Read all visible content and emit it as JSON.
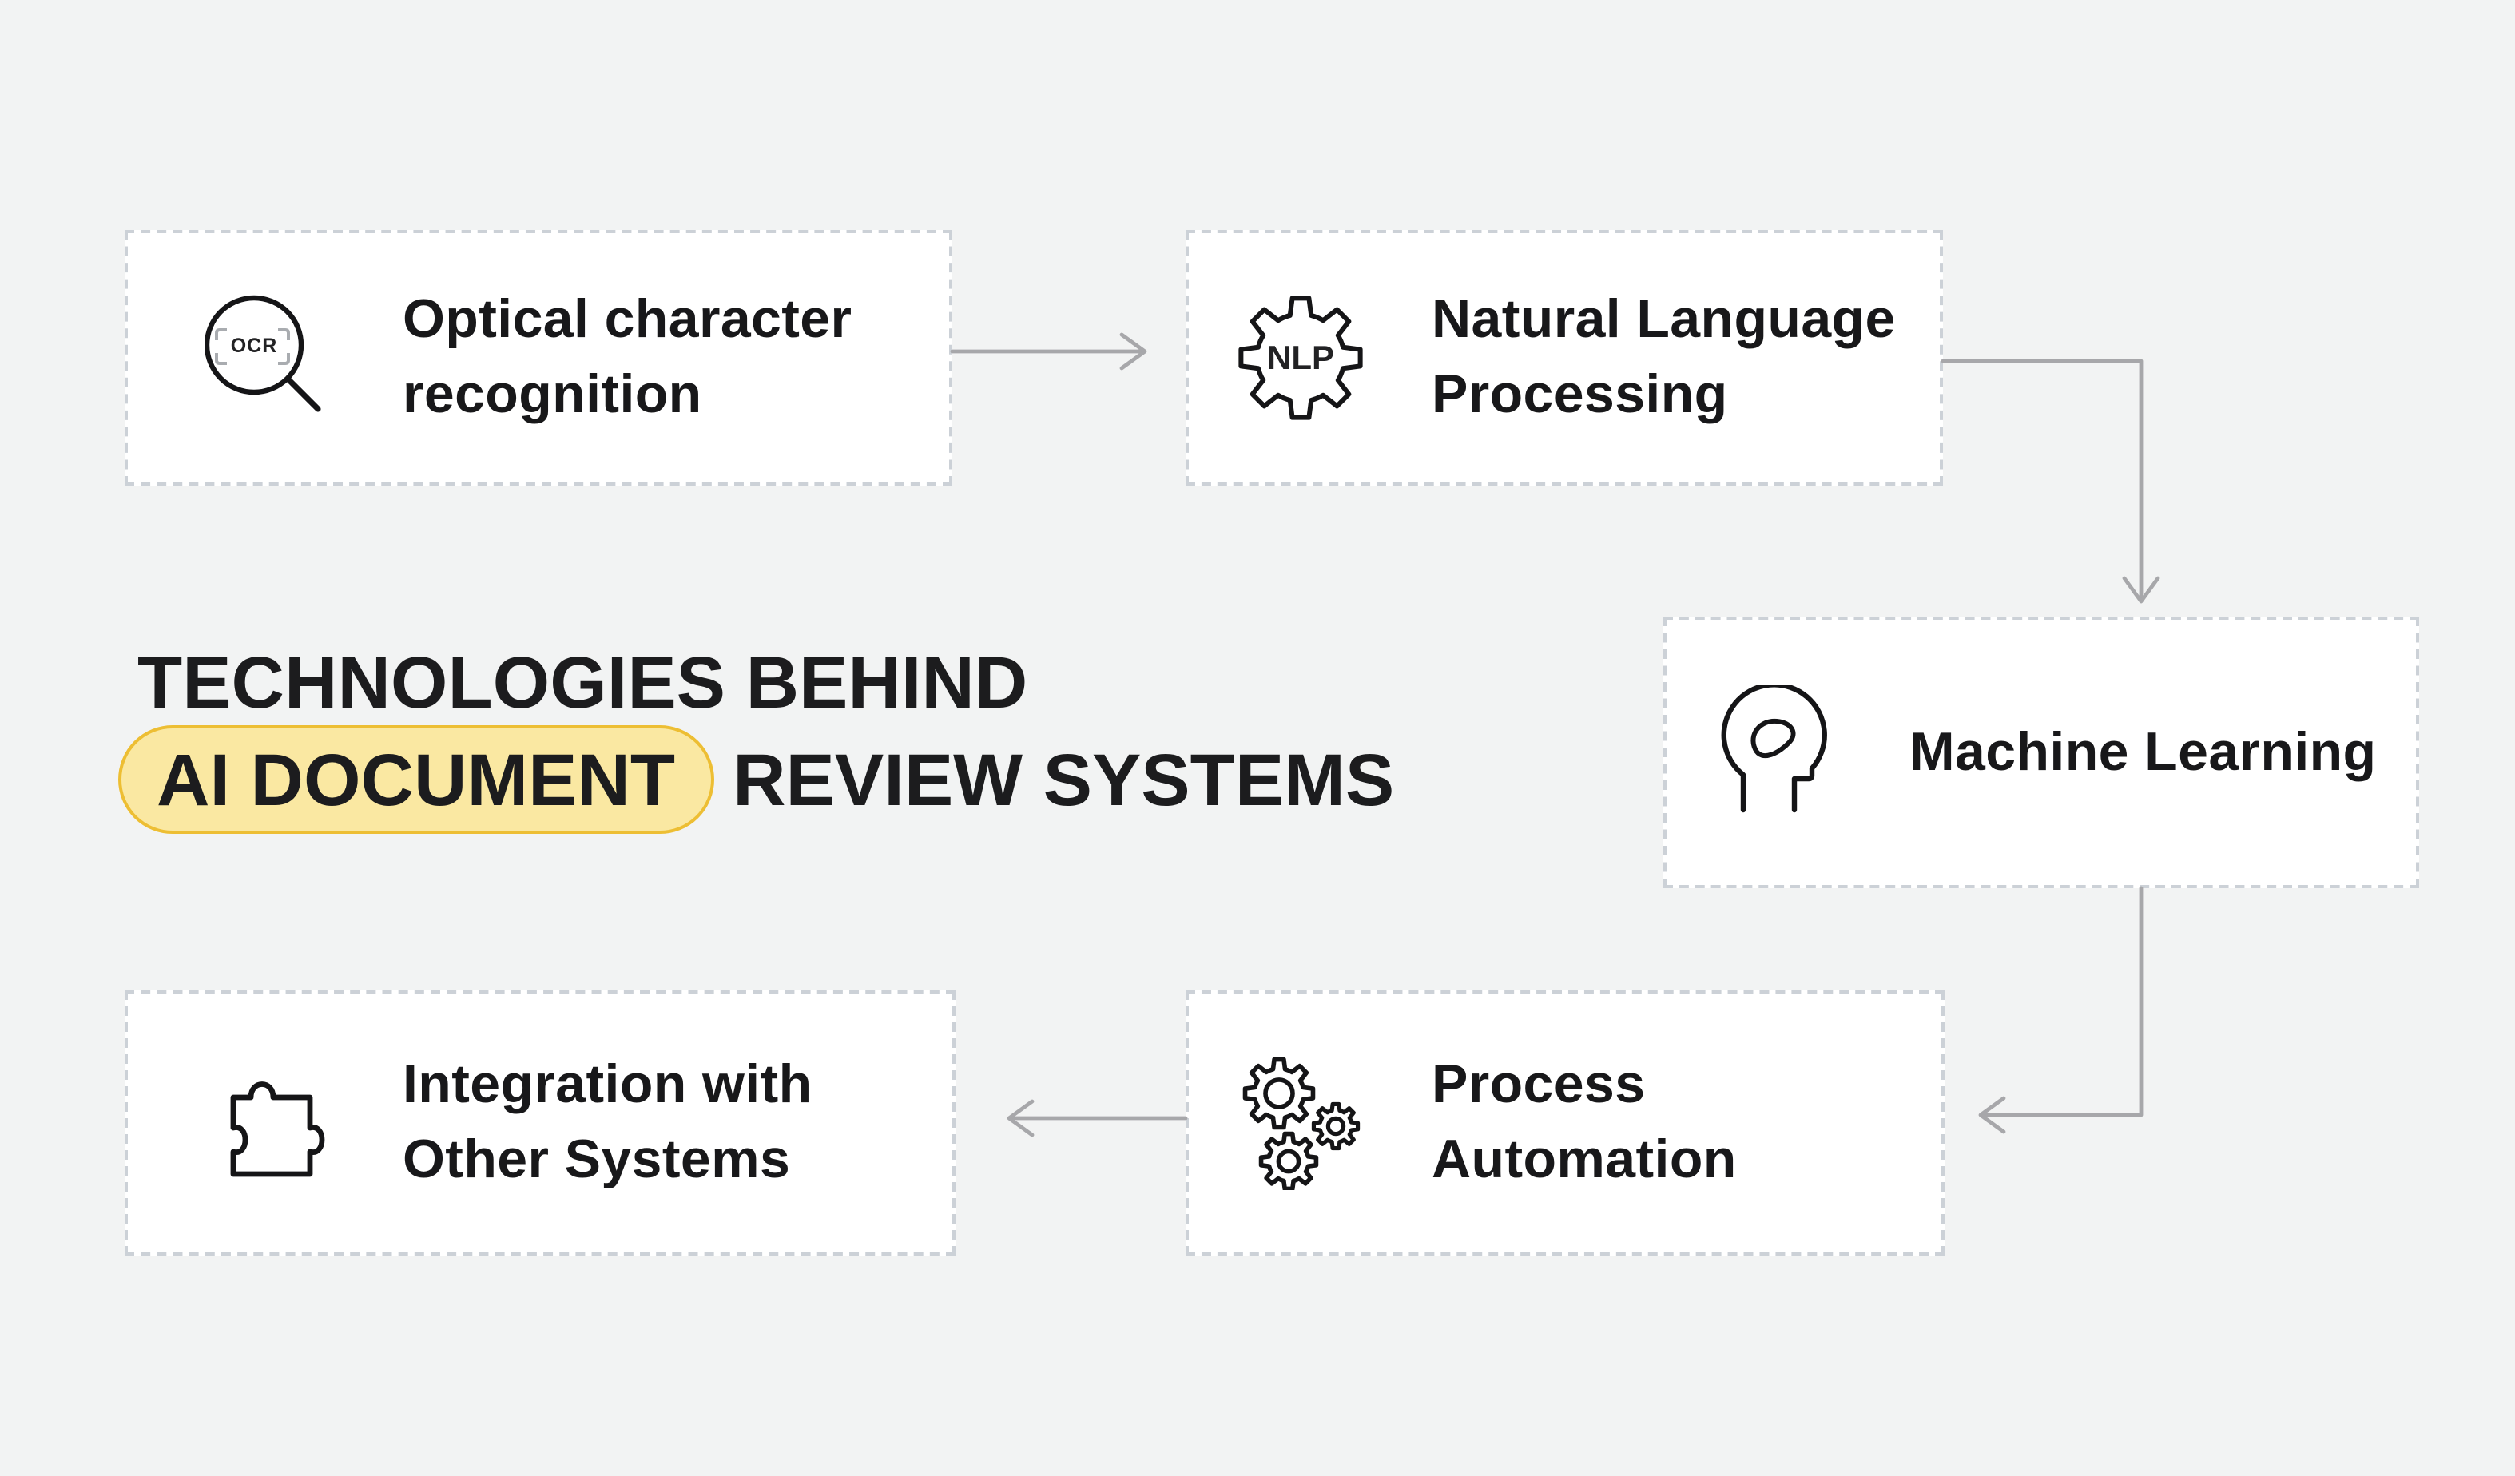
{
  "page": {
    "background_color": "#F2F3F3",
    "type": "flow-diagram-infographic"
  },
  "title": {
    "line1": "TECHNOLOGIES BEHIND",
    "highlighted_text": "AI DOCUMENT",
    "line2_rest": "REVIEW SYSTEMS",
    "text_color": "#1C1C1E",
    "highlight_fill": "#FAE8A2",
    "highlight_border": "#EDBE33"
  },
  "card_style": {
    "background": "#FFFFFF",
    "border_color": "#CCD1D7",
    "border_style": "dashed",
    "text_color": "#18181A"
  },
  "nodes": [
    {
      "id": "ocr",
      "lines": [
        "Optical character",
        "recognition"
      ],
      "icon": "magnifier-ocr-icon",
      "icon_label": "OCR"
    },
    {
      "id": "nlp",
      "lines": [
        "Natural Language",
        "Processing"
      ],
      "icon": "gear-nlp-icon",
      "icon_label": "NLP"
    },
    {
      "id": "ml",
      "lines": [
        "Machine Learning"
      ],
      "icon": "head-brain-icon"
    },
    {
      "id": "automation",
      "lines": [
        "Process",
        "Automation"
      ],
      "icon": "gears-icon"
    },
    {
      "id": "integration",
      "lines": [
        "Integration with",
        "Other Systems"
      ],
      "icon": "puzzle-piece-icon"
    }
  ],
  "flow": {
    "arrow_color": "#A7A7AA",
    "arrows": [
      {
        "from": "ocr",
        "to": "nlp",
        "shape": "straight-right"
      },
      {
        "from": "nlp",
        "to": "ml",
        "shape": "right-then-down"
      },
      {
        "from": "ml",
        "to": "automation",
        "shape": "down-then-left"
      },
      {
        "from": "automation",
        "to": "integration",
        "shape": "straight-left"
      }
    ]
  }
}
